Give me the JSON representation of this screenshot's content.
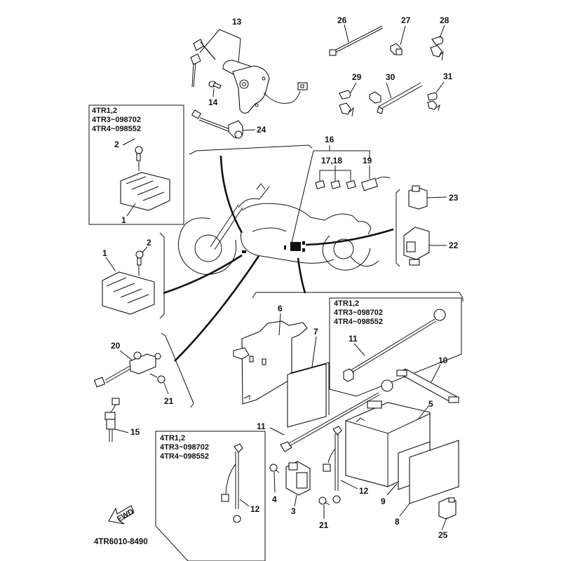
{
  "diagram": {
    "type": "exploded-parts-diagram",
    "subject": "Motorcycle electrical parts",
    "drawing_number": "4TR6010-8490",
    "fwd_label": "FWD",
    "variant_notes": [
      {
        "id": "box-upper-left",
        "lines": [
          "4TR1,2",
          "4TR3~098702",
          "4TR4~098552"
        ]
      },
      {
        "id": "box-right",
        "lines": [
          "4TR1,2",
          "4TR3~098702",
          "4TR4~098552"
        ]
      },
      {
        "id": "box-lower",
        "lines": [
          "4TR1,2",
          "4TR3~098702",
          "4TR4~098552"
        ]
      }
    ],
    "callouts": {
      "c13": "13",
      "c14": "14",
      "c24": "24",
      "c26": "26",
      "c27": "27",
      "c28": "28",
      "c29": "29",
      "c30": "30",
      "c31": "31",
      "c16": "16",
      "c1718": "17,18",
      "c19": "19",
      "c23": "23",
      "c22": "22",
      "c2a": "2",
      "c1a": "1",
      "c1b": "1",
      "c2b": "2",
      "c6": "6",
      "c7": "7",
      "c11a": "11",
      "c10": "10",
      "c20": "20",
      "c21a": "21",
      "c15": "15",
      "c11b": "11",
      "c5": "5",
      "c12a": "12",
      "c4": "4",
      "c3": "3",
      "c12b": "12",
      "c9": "9",
      "c21b": "21",
      "c8": "8",
      "c25": "25"
    }
  }
}
